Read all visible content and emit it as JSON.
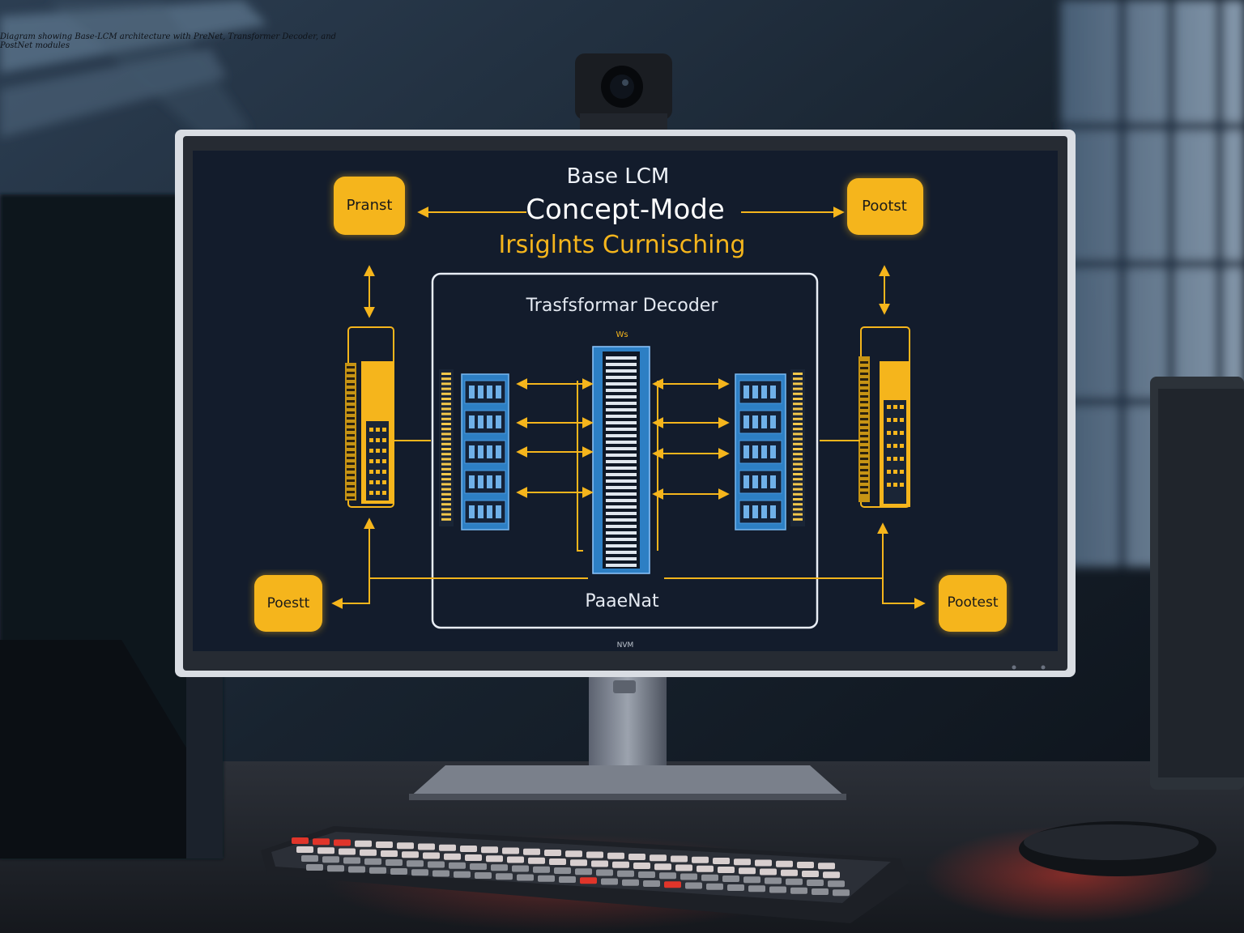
{
  "caption": "Diagram showing Base-LCM architecture with PreNet, Transformer Decoder, and PostNet modules",
  "screen": {
    "title_small": "Base LCM",
    "title_main": "Concept-Mode",
    "subtitle": "Irsiglnts Curnisching",
    "decoder_label": "Trasfsformar Decoder",
    "decoder_marker": "Ws",
    "bottom_label": "PaaeNat",
    "bezel_badge": "NVM"
  },
  "boxes": {
    "top_left": "Pranst",
    "top_right": "Pootst",
    "bottom_left": "Poestt",
    "bottom_right": "Pootest"
  },
  "colors": {
    "accent_yellow": "#f5b51c",
    "screen_bg": "#131c2c",
    "blue_module": "#2d7fc4",
    "frame_white": "#e8edf5",
    "keyboard_red": "#e0352a"
  }
}
